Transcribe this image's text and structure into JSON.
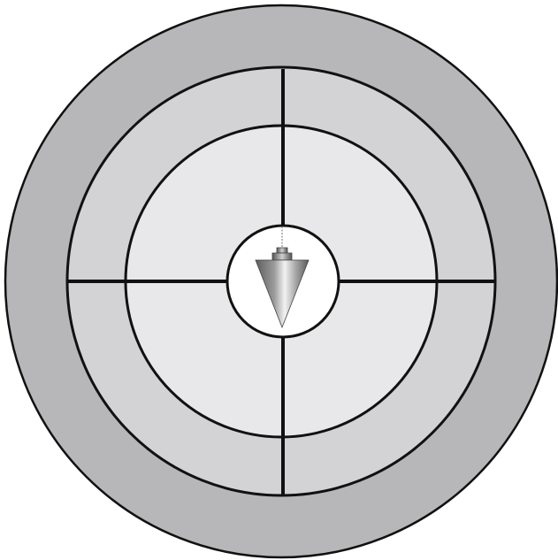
{
  "diagram": {
    "rings": [
      {
        "name": "outer-ring",
        "fill": "#b7b7b9"
      },
      {
        "name": "middle-ring",
        "fill": "#d3d3d5"
      },
      {
        "name": "inner-ring",
        "fill": "#e8e8ea"
      },
      {
        "name": "center-circle",
        "fill": "#ffffff"
      }
    ],
    "stroke_color": "#111111",
    "crosshair_color": "#111111",
    "icon": "plumb-bob-icon"
  }
}
